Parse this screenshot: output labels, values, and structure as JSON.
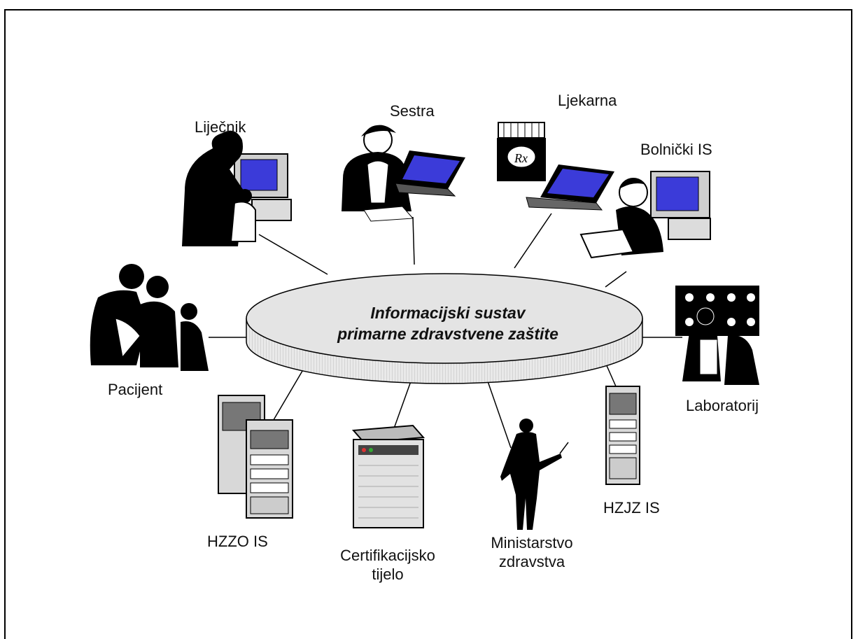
{
  "center": {
    "line1": "Informacijski sustav",
    "line2": "primarne zdravstvene zaštite"
  },
  "nodes": {
    "lijecnik": "Liječnik",
    "sestra": "Sestra",
    "ljekarna": "Ljekarna",
    "bolnicki": "Bolnički IS",
    "pacijent": "Pacijent",
    "laboratorij": "Laboratorij",
    "hzzo": "HZZO IS",
    "certifikacijsko_line1": "Certifikacijsko",
    "certifikacijsko_line2": "tijelo",
    "ministarstvo_line1": "Ministarstvo",
    "ministarstvo_line2": "zdravstva",
    "hzjz": "HZJZ IS"
  },
  "pharmacy_label": "Rx",
  "colors": {
    "line": "#000000",
    "disk_fill": "#e6e6e6",
    "screen": "#3b3bd9"
  }
}
